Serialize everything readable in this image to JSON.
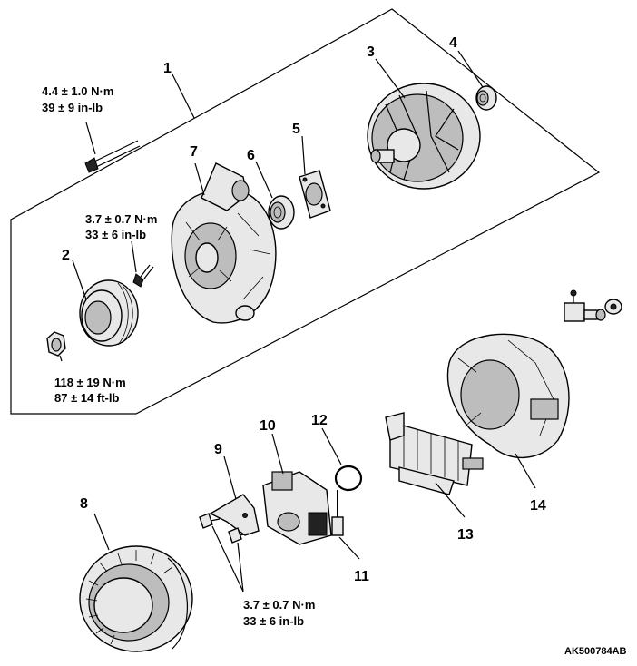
{
  "callouts": {
    "p1": "1",
    "p2": "2",
    "p3": "3",
    "p4": "4",
    "p5": "5",
    "p6": "6",
    "p7": "7",
    "p8": "8",
    "p9": "9",
    "p10": "10",
    "p11": "11",
    "p12": "12",
    "p13": "13",
    "p14": "14"
  },
  "torque_specs": {
    "upper_bolt": {
      "metric": "4.4 ± 1.0 N·m",
      "imperial": "39 ± 9 in-lb"
    },
    "front_bolt": {
      "metric": "3.7 ± 0.7 N·m",
      "imperial": "33 ± 6 in-lb"
    },
    "pulley_nut": {
      "metric": "118 ± 19 N·m",
      "imperial": "87 ± 14 ft-lb"
    },
    "regulator_screws": {
      "metric": "3.7 ± 0.7 N·m",
      "imperial": "33 ± 6 in-lb"
    }
  },
  "figure_code": "AK500784AB"
}
